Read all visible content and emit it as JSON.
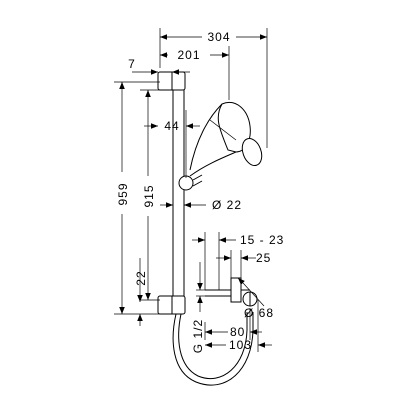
{
  "labels": {
    "width_total": "304",
    "width_handshower": "201",
    "clip_offset": "7",
    "slider_offset": "44",
    "rail_length": "959",
    "bar_length": "915",
    "bottom_clip": "22",
    "rail_diameter": "Ø 22",
    "outlet_range": "15 - 23",
    "outlet_depth": "25",
    "connector_diameter": "Ø 68",
    "connector_depth": "80",
    "connector_total": "103",
    "thread": "G 1/2"
  },
  "colors": {
    "line": "#000000",
    "background": "#ffffff"
  }
}
